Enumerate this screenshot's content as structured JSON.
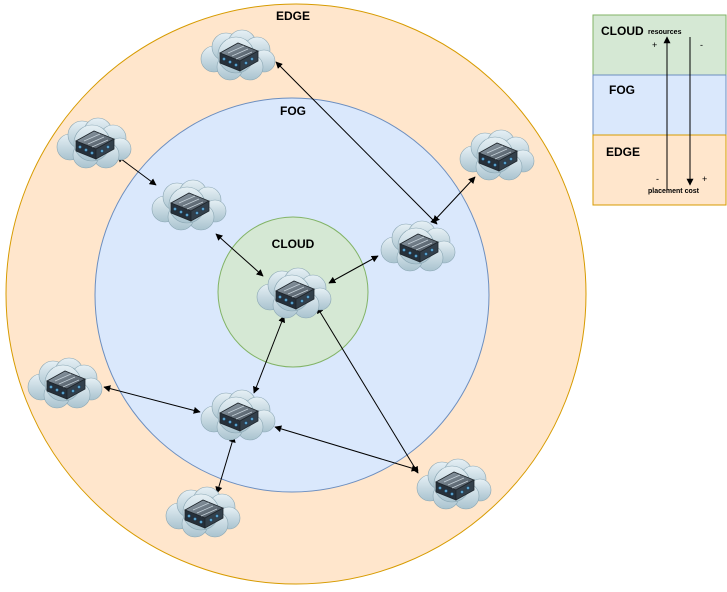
{
  "diagram": {
    "zones": {
      "edge": "EDGE",
      "fog": "FOG",
      "cloud": "CLOUD"
    },
    "colors": {
      "edge_fill": "#ffe6cc",
      "edge_stroke": "#d79b00",
      "fog_fill": "#dae8fc",
      "fog_stroke": "#6c8ebf",
      "cloud_fill": "#d5e8d4",
      "cloud_stroke": "#82b366"
    },
    "node_icon": "cloud-server-icon",
    "nodes": [
      {
        "id": "edge-top",
        "tier": "edge"
      },
      {
        "id": "edge-upper-left",
        "tier": "edge"
      },
      {
        "id": "edge-right",
        "tier": "edge"
      },
      {
        "id": "edge-lower-left",
        "tier": "edge"
      },
      {
        "id": "edge-bottom-left",
        "tier": "edge"
      },
      {
        "id": "edge-bottom-right",
        "tier": "edge"
      },
      {
        "id": "fog-left",
        "tier": "fog"
      },
      {
        "id": "fog-right",
        "tier": "fog"
      },
      {
        "id": "fog-bottom",
        "tier": "fog"
      },
      {
        "id": "cloud-center",
        "tier": "cloud"
      }
    ],
    "links": [
      [
        "edge-top",
        "fog-right"
      ],
      [
        "edge-upper-left",
        "fog-left"
      ],
      [
        "edge-right",
        "fog-right"
      ],
      [
        "fog-left",
        "cloud-center"
      ],
      [
        "fog-right",
        "cloud-center"
      ],
      [
        "cloud-center",
        "fog-bottom"
      ],
      [
        "cloud-center",
        "edge-bottom-right"
      ],
      [
        "edge-lower-left",
        "fog-bottom"
      ],
      [
        "fog-bottom",
        "edge-bottom-right"
      ],
      [
        "fog-bottom",
        "edge-bottom-left"
      ]
    ]
  },
  "legend": {
    "rows": [
      "CLOUD",
      "FOG",
      "EDGE"
    ],
    "resources_label": "resources",
    "placement_cost_label": "placement cost",
    "sign_top_plus": "+",
    "sign_top_minus": "-",
    "sign_bottom_minus": "-",
    "sign_bottom_plus": "+"
  }
}
